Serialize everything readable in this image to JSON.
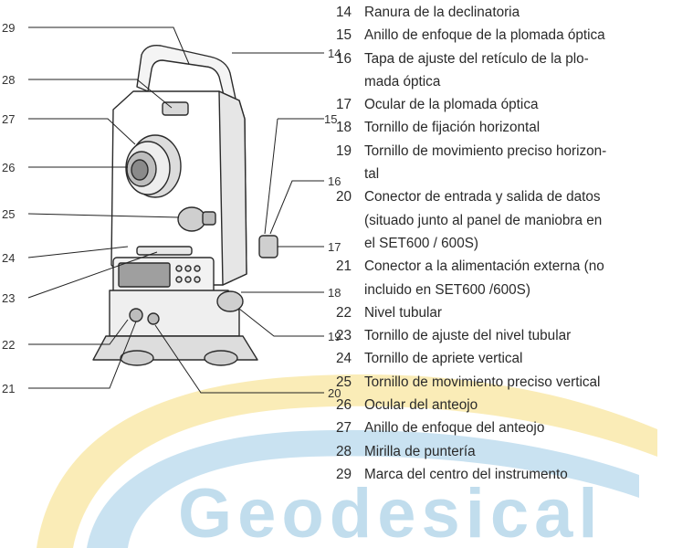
{
  "callouts": {
    "left": [
      "29",
      "28",
      "27",
      "26",
      "25",
      "24",
      "23",
      "22",
      "21"
    ],
    "right": [
      "14",
      "15",
      "16",
      "17",
      "18",
      "19",
      "20"
    ]
  },
  "legend": [
    {
      "num": "14",
      "lines": [
        "Ranura de la declinatoria"
      ]
    },
    {
      "num": "15",
      "lines": [
        "Anillo de enfoque de la plomada óptica"
      ]
    },
    {
      "num": "16",
      "lines": [
        "Tapa de ajuste del retículo de la plo-",
        "mada óptica"
      ]
    },
    {
      "num": "17",
      "lines": [
        "Ocular de la plomada óptica"
      ]
    },
    {
      "num": "18",
      "lines": [
        "Tornillo de fijación horizontal"
      ]
    },
    {
      "num": "19",
      "lines": [
        "Tornillo de movimiento preciso horizon-",
        "tal"
      ]
    },
    {
      "num": "20",
      "lines": [
        "Conector de entrada y salida de datos",
        "(situado junto al panel de maniobra en",
        "el SET600 / 600S)"
      ]
    },
    {
      "num": "21",
      "lines": [
        "Conector a la alimentación externa (no",
        "incluido en SET600 /600S)"
      ]
    },
    {
      "num": "22",
      "lines": [
        "Nivel tubular"
      ]
    },
    {
      "num": "23",
      "lines": [
        "Tornillo de ajuste del nivel tubular"
      ]
    },
    {
      "num": "24",
      "lines": [
        "Tornillo de apriete vertical"
      ]
    },
    {
      "num": "25",
      "lines": [
        "Tornillo de movimiento preciso vertical"
      ]
    },
    {
      "num": "26",
      "lines": [
        "Ocular del anteojo"
      ]
    },
    {
      "num": "27",
      "lines": [
        "Anillo de enfoque del anteojo"
      ]
    },
    {
      "num": "28",
      "lines": [
        "Mirilla de puntería"
      ]
    },
    {
      "num": "29",
      "lines": [
        "Marca del centro del instrumento"
      ]
    }
  ],
  "watermark": {
    "text": "Geodesical",
    "colors": [
      "#6fb1d6",
      "#f2cf5a",
      "#a9cfe6"
    ]
  }
}
